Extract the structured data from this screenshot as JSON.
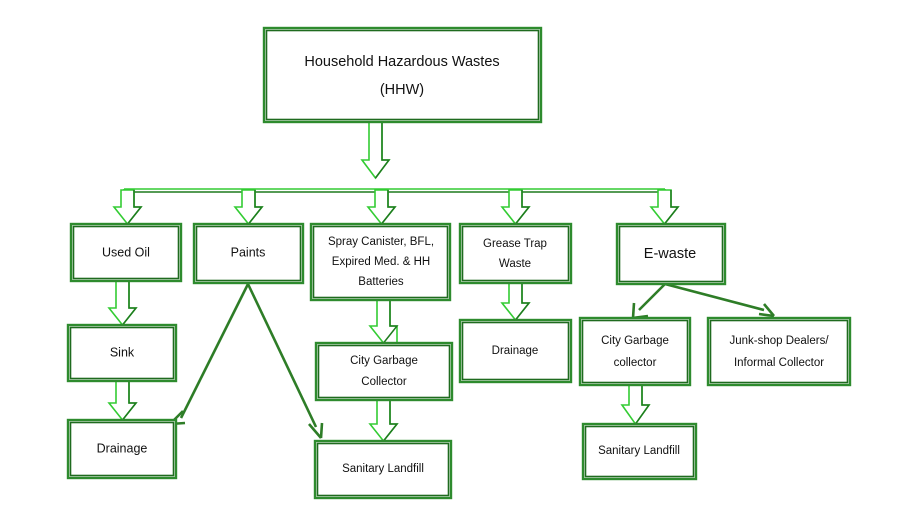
{
  "diagram": {
    "title_node": {
      "label_line1": "Household Hazardous Wastes",
      "label_line2": "(HHW)"
    },
    "colors": {
      "box_border": "#2e8b2e",
      "box_border_dark": "#1f6b1f",
      "arrow_outline": "#33cc33",
      "arrow_shade": "#1f7a1f",
      "line_arrow": "#2e7d27",
      "text": "#111111",
      "background": "#ffffff"
    },
    "nodes": [
      {
        "id": "hhw",
        "lines": [
          "Household Hazardous Wastes",
          "(HHW)"
        ]
      },
      {
        "id": "used-oil",
        "lines": [
          "Used Oil"
        ]
      },
      {
        "id": "paints",
        "lines": [
          "Paints"
        ]
      },
      {
        "id": "spray-canister",
        "lines": [
          "Spray Canister, BFL,",
          "Expired Med. & HH",
          "Batteries"
        ]
      },
      {
        "id": "grease-trap",
        "lines": [
          "Grease Trap",
          "Waste"
        ]
      },
      {
        "id": "e-waste",
        "lines": [
          "E-waste"
        ]
      },
      {
        "id": "sink",
        "lines": [
          "Sink"
        ]
      },
      {
        "id": "drainage-left",
        "lines": [
          "Drainage"
        ]
      },
      {
        "id": "drainage-mid",
        "lines": [
          "Drainage"
        ]
      },
      {
        "id": "city-garbage-collector-mid",
        "lines": [
          "City Garbage",
          "Collector"
        ]
      },
      {
        "id": "city-garbage-collector-right",
        "lines": [
          "City Garbage",
          "collector"
        ]
      },
      {
        "id": "junk-shop-dealers",
        "lines": [
          "Junk-shop Dealers/",
          "Informal Collector"
        ]
      },
      {
        "id": "sanitary-landfill-mid",
        "lines": [
          "Sanitary Landfill"
        ]
      },
      {
        "id": "sanitary-landfill-right",
        "lines": [
          "Sanitary Landfill"
        ]
      }
    ],
    "edges": [
      {
        "from": "hhw",
        "to": "distribution-bar",
        "style": "block-arrow"
      },
      {
        "from": "distribution-bar",
        "to": "used-oil",
        "style": "block-arrow"
      },
      {
        "from": "distribution-bar",
        "to": "paints",
        "style": "block-arrow"
      },
      {
        "from": "distribution-bar",
        "to": "spray-canister",
        "style": "block-arrow"
      },
      {
        "from": "distribution-bar",
        "to": "grease-trap",
        "style": "block-arrow"
      },
      {
        "from": "distribution-bar",
        "to": "e-waste",
        "style": "block-arrow"
      },
      {
        "from": "used-oil",
        "to": "sink",
        "style": "block-arrow"
      },
      {
        "from": "sink",
        "to": "drainage-left",
        "style": "block-arrow"
      },
      {
        "from": "paints",
        "to": "drainage-left",
        "style": "line-arrow"
      },
      {
        "from": "paints",
        "to": "sanitary-landfill-mid",
        "style": "line-arrow"
      },
      {
        "from": "spray-canister",
        "to": "city-garbage-collector-mid",
        "style": "block-arrow"
      },
      {
        "from": "city-garbage-collector-mid",
        "to": "sanitary-landfill-mid",
        "style": "block-arrow"
      },
      {
        "from": "grease-trap",
        "to": "drainage-mid",
        "style": "block-arrow"
      },
      {
        "from": "e-waste",
        "to": "city-garbage-collector-right",
        "style": "line-arrow"
      },
      {
        "from": "e-waste",
        "to": "junk-shop-dealers",
        "style": "line-arrow"
      },
      {
        "from": "city-garbage-collector-right",
        "to": "sanitary-landfill-right",
        "style": "block-arrow"
      }
    ]
  }
}
